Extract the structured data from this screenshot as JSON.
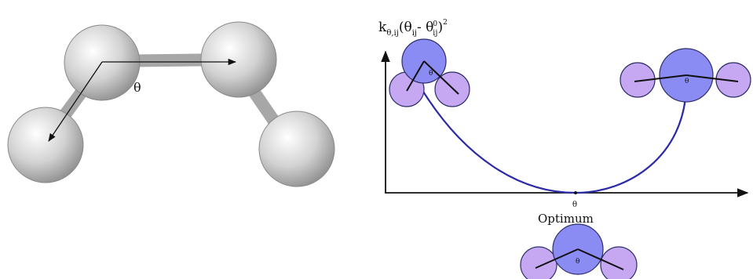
{
  "left_diagram": {
    "angle_label": "θ"
  },
  "right_plot": {
    "y_label": {
      "prefix": "k",
      "k_subscript": "θ,ij",
      "open": "(θ",
      "theta_subscript": "ij",
      "minus": "- θ",
      "zero_superscript": "0",
      "zero_subscript": "ij",
      "close": ")",
      "power": "2"
    },
    "x_tick_label": "θ",
    "optimum_label": "Optimum",
    "molecule_angle_label": "θ"
  },
  "colors": {
    "central_atom": "#8a8cf4",
    "outer_atom": "#c6a8f2",
    "curve": "#2b2ba8",
    "gray_atom": "#cfcfcf"
  }
}
